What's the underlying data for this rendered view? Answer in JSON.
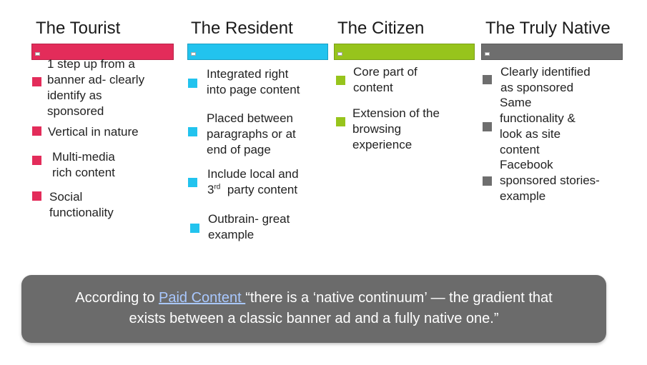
{
  "colors": {
    "tourist": "#e32c5a",
    "resident": "#22c3ee",
    "citizen": "#97c41c",
    "native": "#6e6e6e",
    "quote_bg": "#6b6b6b",
    "link": "#a9c8ff"
  },
  "columns": [
    {
      "title": "The Tourist",
      "items": [
        {
          "lines": [
            "1 step up from a",
            "banner ad- clearly",
            "identify as",
            "sponsored"
          ]
        },
        {
          "lines": [
            "Vertical in nature"
          ]
        },
        {
          "lines": [
            "Multi-media",
            "rich content"
          ]
        },
        {
          "lines": [
            "Social",
            "functionality"
          ]
        }
      ]
    },
    {
      "title": "The Resident",
      "items": [
        {
          "lines": [
            "Integrated right",
            "into page content"
          ]
        },
        {
          "lines": [
            "Placed between",
            "paragraphs or at",
            "end of page"
          ]
        },
        {
          "lines": [
            "Include local and",
            "party content"
          ],
          "sup_prefix": "3",
          "sup": "rd"
        },
        {
          "lines": [
            "Outbrain- great",
            "example"
          ]
        }
      ]
    },
    {
      "title": "The Citizen",
      "items": [
        {
          "lines": [
            "Core part of",
            "content"
          ]
        },
        {
          "lines": [
            "Extension of the",
            "browsing",
            "experience"
          ]
        }
      ]
    },
    {
      "title": "The Truly Native",
      "items": [
        {
          "lines": [
            "Clearly identified",
            "as sponsored"
          ]
        },
        {
          "lines": [
            "Same",
            "functionality &",
            "look as site",
            "content"
          ]
        },
        {
          "lines": [
            "Facebook",
            "sponsored stories-",
            "example"
          ]
        }
      ]
    }
  ],
  "quote": {
    "prefix": "According to ",
    "link_text": "Paid Content ",
    "line1_rest": "“there is a ‘native continuum’ — the gradient that",
    "line2": "exists between a classic banner ad and a fully native one.”"
  }
}
